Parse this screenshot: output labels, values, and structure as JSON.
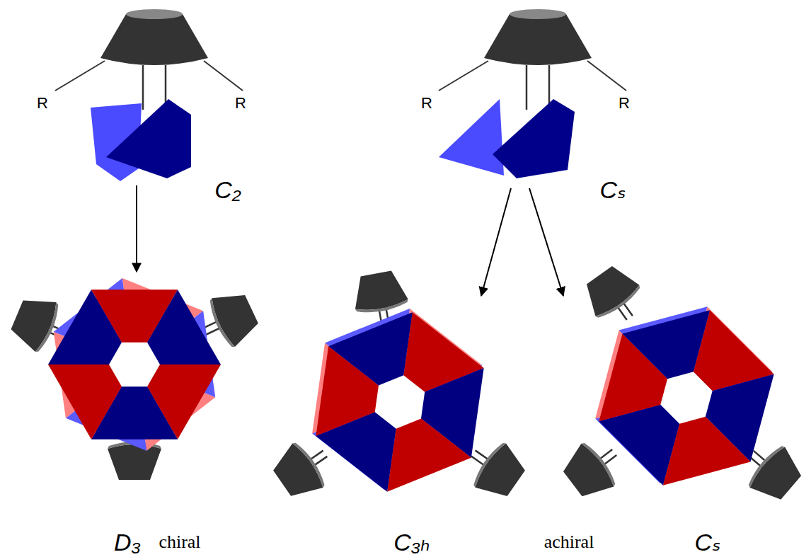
{
  "diagram": {
    "labels": [
      "R",
      "R",
      "C₂",
      "R",
      "R",
      "Cₛ",
      "D₃",
      "chiral",
      "C₃ₕ",
      "achiral",
      "Cₛ"
    ]
  }
}
